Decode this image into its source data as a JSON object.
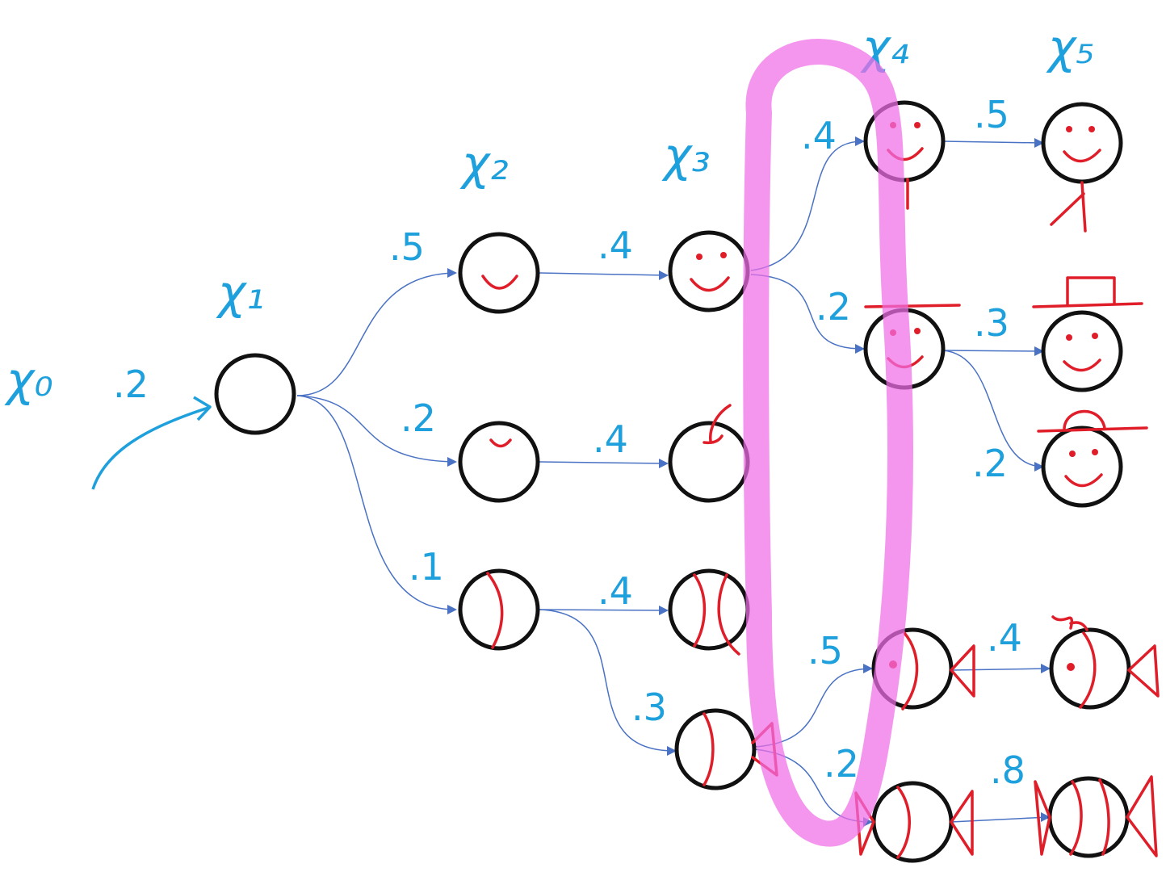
{
  "states": {
    "x0": "χ₀",
    "x1": "χ₁",
    "x2": "χ₂",
    "x3": "χ₃",
    "x4": "χ₄",
    "x5": "χ₅"
  },
  "probabilities": {
    "start": ".2",
    "x1_top": ".5",
    "x1_mid": ".2",
    "x1_bot": ".1",
    "x2_top": ".4",
    "x2_mid": ".4",
    "x2_bot": ".4",
    "x2_bot_down": ".3",
    "x3_up": ".4",
    "x3_hat": ".2",
    "x3_fish_up": ".5",
    "x3_fish_down": ".2",
    "x4_top": ".5",
    "x4_hat": ".3",
    "x4_hat_down": ".2",
    "x4_fish": ".4",
    "x4_candy": ".8"
  },
  "colors": {
    "label": "#1ea0dc",
    "node_outline": "#111111",
    "drawing": "#e01e2a",
    "edge": "#4a72c4",
    "highlight": "#f06ee6"
  }
}
